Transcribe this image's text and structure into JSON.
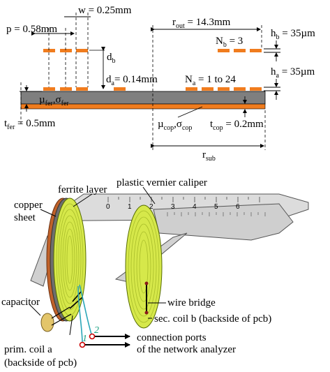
{
  "cross_section": {
    "pitch": {
      "main": "p = 0.58mm"
    },
    "width": {
      "main": "w = 0.25mm"
    },
    "r_out": {
      "main": "r",
      "sub": "out",
      "rest": " = 14.3mm"
    },
    "d_b": {
      "main": "d",
      "sub": "b"
    },
    "d_a": {
      "main": "d",
      "sub": "a",
      "rest": "= 0.14mm"
    },
    "n_b": {
      "main": "N",
      "sub": "b",
      "rest": " = 3"
    },
    "n_a": {
      "main": "N",
      "sub": "a",
      "rest": " = 1 to 24"
    },
    "h_b": {
      "main": "h",
      "sub": "b",
      "rest": " = 35µm"
    },
    "h_a": {
      "main": "h",
      "sub": "a",
      "rest": " = 35µm"
    },
    "mu_fer": {
      "m1": "µ",
      "s1": "fer",
      "m2": ",σ",
      "s2": "fer"
    },
    "t_fer": {
      "main": "t",
      "sub": "fer",
      "rest": " = 0.5mm"
    },
    "mu_cop": {
      "m1": "µ",
      "s1": "cop",
      "m2": ",σ",
      "s2": "cop"
    },
    "t_cop": {
      "main": "t",
      "sub": "cop",
      "rest": " = 0.2mm"
    },
    "r_sub": {
      "main": "r",
      "sub": "sub"
    }
  },
  "setup": {
    "ferrite_layer": "ferrite layer",
    "plastic_caliper": "plastic vernier caliper",
    "copper": "copper",
    "sheet": "sheet",
    "capacitor": "capacitor",
    "wire_bridge": "wire bridge",
    "sec_coil": "sec. coil b (backside of pcb)",
    "prim_coil": "prim. coil a",
    "prim_coil_note": "(backside of pcb)",
    "connection_ports": "connection ports",
    "network_analyzer": "of the network analyzer",
    "port_1": "1",
    "port_2": "2",
    "scale_ticks": [
      "0",
      "1",
      "2",
      "3",
      "4",
      "5",
      "6"
    ]
  },
  "colors": {
    "conductor": "#f07c1e",
    "ferrite": "#7f7f7f",
    "coil": "#d6e84a",
    "coil_dark": "#a9bd2a",
    "copper": "#c0622a",
    "caliper": "#d8d8d8",
    "wire": "#2aa6b8",
    "port": "#cc0000"
  }
}
